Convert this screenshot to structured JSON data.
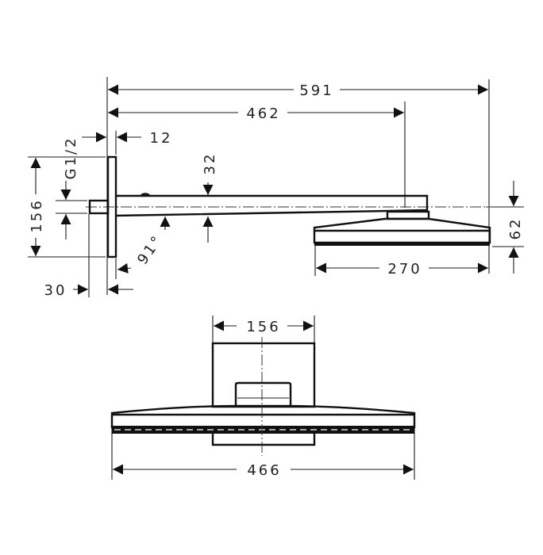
{
  "side_view": {
    "dimensions": {
      "overall_length": "591",
      "arm_length": "462",
      "plate_thickness": "12",
      "thread": "G1/2",
      "plate_height": "156",
      "arm_height": "32",
      "angle": "91°",
      "stub_length": "30",
      "head_height": "62",
      "head_depth": "270"
    }
  },
  "front_view": {
    "dimensions": {
      "plate_width": "156",
      "head_width": "466"
    }
  }
}
